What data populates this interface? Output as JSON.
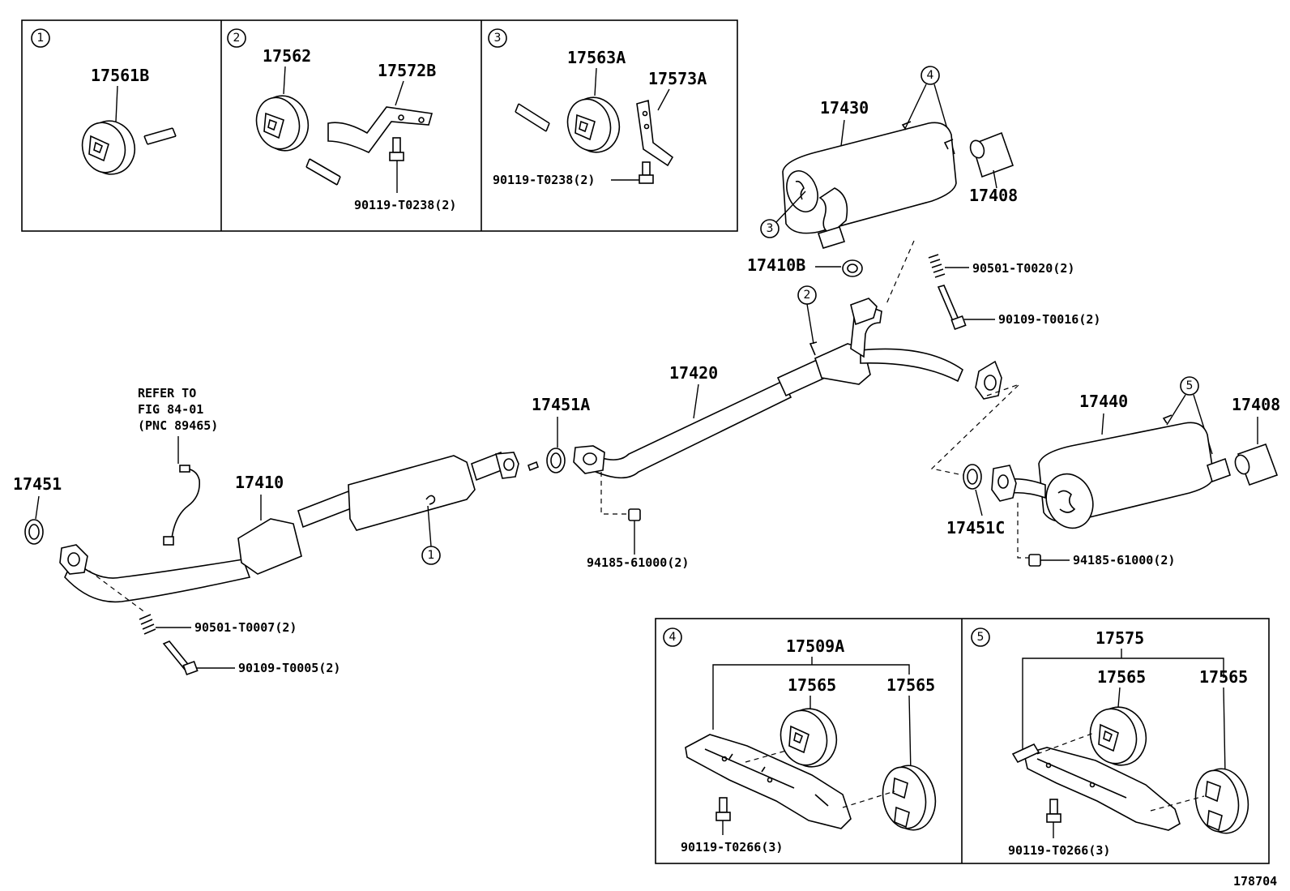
{
  "diagram": {
    "figure_number": "178704",
    "refer_note": [
      "REFER TO",
      "FIG 84-01",
      "(PNC 89465)"
    ],
    "callouts": {
      "c1": "1",
      "c2": "2",
      "c3": "3",
      "c4": "4",
      "c5": "5"
    },
    "inset_1": {
      "label": "17561B"
    },
    "inset_2": {
      "label_a": "17562",
      "label_b": "17572B",
      "bolt": "90119-T0238(2)"
    },
    "inset_3": {
      "label_a": "17563A",
      "label_b": "17573A",
      "bolt": "90119-T0238(2)"
    },
    "inset_4": {
      "assembly": "17509A",
      "hanger_a": "17565",
      "hanger_b": "17565",
      "bolt": "90119-T0266(3)"
    },
    "inset_5": {
      "assembly": "17575",
      "hanger_a": "17565",
      "hanger_b": "17565",
      "bolt": "90119-T0266(3)"
    },
    "parts": {
      "p17451": "17451",
      "p17410": "17410",
      "p17451A": "17451A",
      "p17420": "17420",
      "p17410B": "17410B",
      "p17430": "17430",
      "p17408_top": "17408",
      "p17440": "17440",
      "p17408_right": "17408",
      "p17451C": "17451C",
      "spring_front": "90501-T0007(2)",
      "bolt_front": "90109-T0005(2)",
      "nut_center": "94185-61000(2)",
      "spring_rear": "90501-T0020(2)",
      "bolt_rear": "90109-T0016(2)",
      "nut_rear": "94185-61000(2)"
    }
  }
}
